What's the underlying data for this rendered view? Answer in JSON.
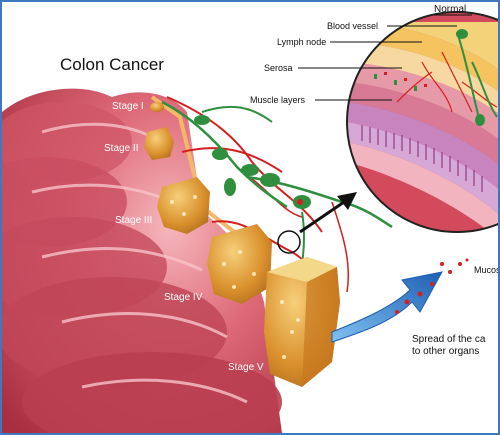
{
  "title": "Colon Cancer",
  "stages": [
    {
      "label": "Stage I"
    },
    {
      "label": "Stage II"
    },
    {
      "label": "Stage III"
    },
    {
      "label": "Stage IV"
    },
    {
      "label": "Stage V"
    }
  ],
  "inset": {
    "heading": "Normal",
    "labels": {
      "blood_vessel": "Blood vessel",
      "lymph_node": "Lymph node",
      "serosa": "Serosa",
      "muscle_layers": "Muscle layers",
      "mucosa": "Mucos"
    }
  },
  "spread": {
    "line1": "Spread of the ca",
    "line2": "to other organs"
  },
  "colors": {
    "border": "#3f78c0",
    "colon_dark": "#b83a4a",
    "colon_mid": "#d85b6a",
    "colon_light": "#f0a0a8",
    "tumor": "#d58a2a",
    "tumor_light": "#f2c26a",
    "vessel_red": "#d41f1f",
    "lymph_green": "#2f8f3f",
    "arrow_blue": "#2a6fc4"
  }
}
